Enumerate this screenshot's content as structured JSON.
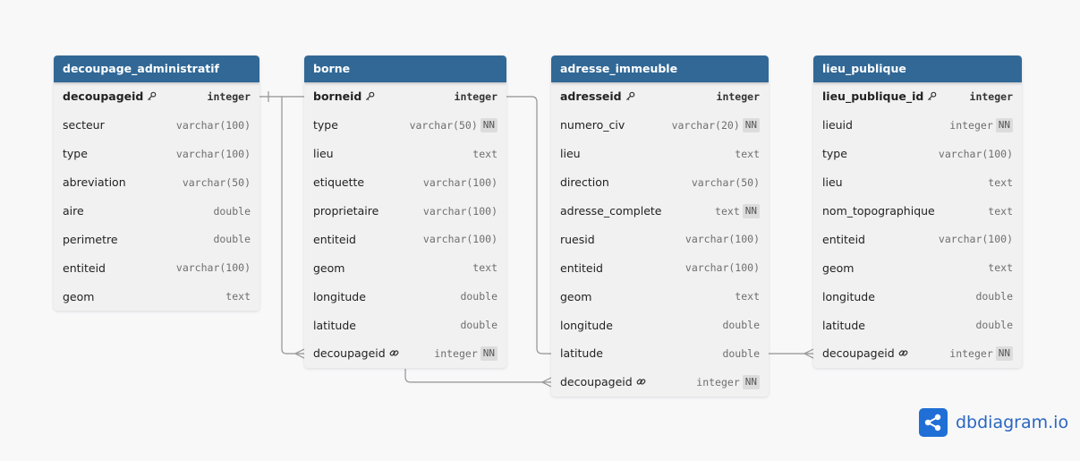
{
  "tables": [
    {
      "id": "decoupage_administratif",
      "name": "decoupage_administratif",
      "fields": [
        {
          "name": "decoupageid",
          "type": "integer",
          "pk": true
        },
        {
          "name": "secteur",
          "type": "varchar(100)"
        },
        {
          "name": "type",
          "type": "varchar(100)"
        },
        {
          "name": "abreviation",
          "type": "varchar(50)"
        },
        {
          "name": "aire",
          "type": "double"
        },
        {
          "name": "perimetre",
          "type": "double"
        },
        {
          "name": "entiteid",
          "type": "varchar(100)"
        },
        {
          "name": "geom",
          "type": "text"
        }
      ]
    },
    {
      "id": "borne",
      "name": "borne",
      "fields": [
        {
          "name": "borneid",
          "type": "integer",
          "pk": true
        },
        {
          "name": "type",
          "type": "varchar(50)",
          "nn": "NN"
        },
        {
          "name": "lieu",
          "type": "text"
        },
        {
          "name": "etiquette",
          "type": "varchar(100)"
        },
        {
          "name": "proprietaire",
          "type": "varchar(100)"
        },
        {
          "name": "entiteid",
          "type": "varchar(100)"
        },
        {
          "name": "geom",
          "type": "text"
        },
        {
          "name": "longitude",
          "type": "double"
        },
        {
          "name": "latitude",
          "type": "double"
        },
        {
          "name": "decoupageid",
          "type": "integer",
          "nn": "NN",
          "fk": true
        }
      ]
    },
    {
      "id": "adresse_immeuble",
      "name": "adresse_immeuble",
      "fields": [
        {
          "name": "adresseid",
          "type": "integer",
          "pk": true
        },
        {
          "name": "numero_civ",
          "type": "varchar(20)",
          "nn": "NN"
        },
        {
          "name": "lieu",
          "type": "text"
        },
        {
          "name": "direction",
          "type": "varchar(50)"
        },
        {
          "name": "adresse_complete",
          "type": "text",
          "nn": "NN"
        },
        {
          "name": "ruesid",
          "type": "varchar(100)"
        },
        {
          "name": "entiteid",
          "type": "varchar(100)"
        },
        {
          "name": "geom",
          "type": "text"
        },
        {
          "name": "longitude",
          "type": "double"
        },
        {
          "name": "latitude",
          "type": "double"
        },
        {
          "name": "decoupageid",
          "type": "integer",
          "nn": "NN",
          "fk": true
        }
      ]
    },
    {
      "id": "lieu_publique",
      "name": "lieu_publique",
      "fields": [
        {
          "name": "lieu_publique_id",
          "type": "integer",
          "pk": true
        },
        {
          "name": "lieuid",
          "type": "integer",
          "nn": "NN"
        },
        {
          "name": "type",
          "type": "varchar(100)"
        },
        {
          "name": "lieu",
          "type": "text"
        },
        {
          "name": "nom_topographique",
          "type": "text"
        },
        {
          "name": "entiteid",
          "type": "varchar(100)"
        },
        {
          "name": "geom",
          "type": "text"
        },
        {
          "name": "longitude",
          "type": "double"
        },
        {
          "name": "latitude",
          "type": "double"
        },
        {
          "name": "decoupageid",
          "type": "integer",
          "nn": "NN",
          "fk": true
        }
      ]
    }
  ],
  "brand": {
    "name": "dbdiagram.io"
  },
  "colors": {
    "header": "#316896",
    "line": "#9a9a9a",
    "brand": "#1f6fd6"
  }
}
